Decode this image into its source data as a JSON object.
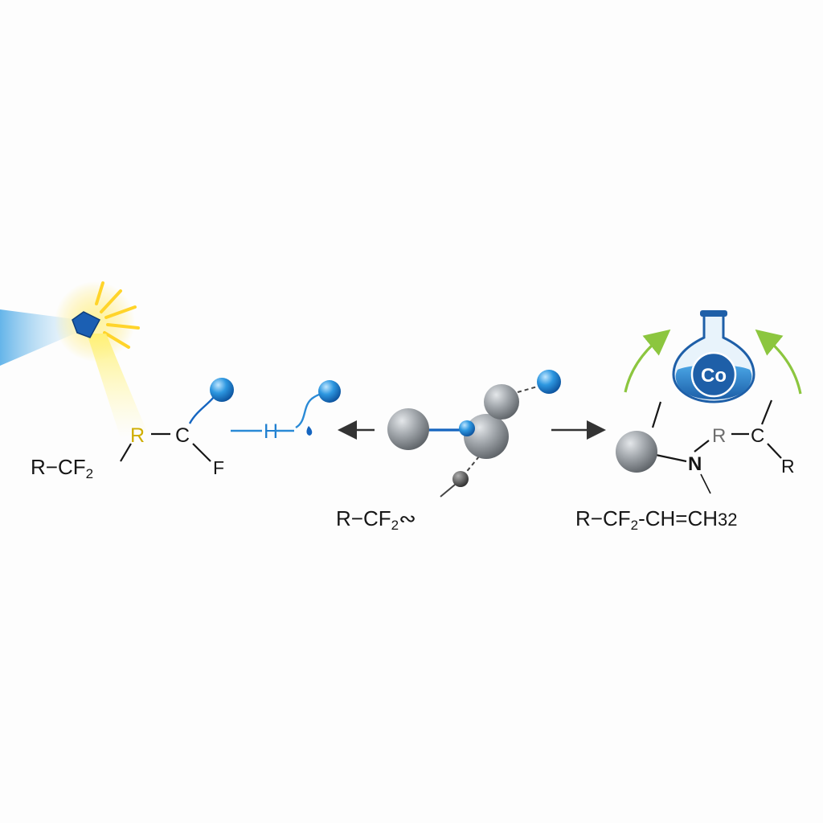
{
  "left_panel": {
    "atom_r": "R",
    "atom_c": "C",
    "atom_f": "F",
    "formula_main": "R−CF",
    "formula_sub": "2"
  },
  "hydrogen_label": "H",
  "center_panel": {
    "formula_main": "R−CF",
    "formula_sub": "2",
    "formula_tail": "∾"
  },
  "right_panel": {
    "catalyst_label": "Co",
    "atom_n": "N",
    "atom_r_grey": "R",
    "atom_c": "C",
    "atom_r": "R",
    "product_part1": "R−CF",
    "product_sub": "2",
    "product_part2": "-CH=CH",
    "product_tail": "32"
  },
  "colors": {
    "sphere_grey": "#8f959c",
    "sphere_blue": "#1e88d6",
    "bond_blue": "#1565c0",
    "highlight_yellow": "#f5d20f",
    "catalyst_blue": "#1e5fa8",
    "cycle_green": "#8cc63f",
    "arrow_dark": "#333333"
  },
  "icons": {
    "light_source": "blue-light-emitter-icon",
    "catalyst": "flask-icon"
  }
}
